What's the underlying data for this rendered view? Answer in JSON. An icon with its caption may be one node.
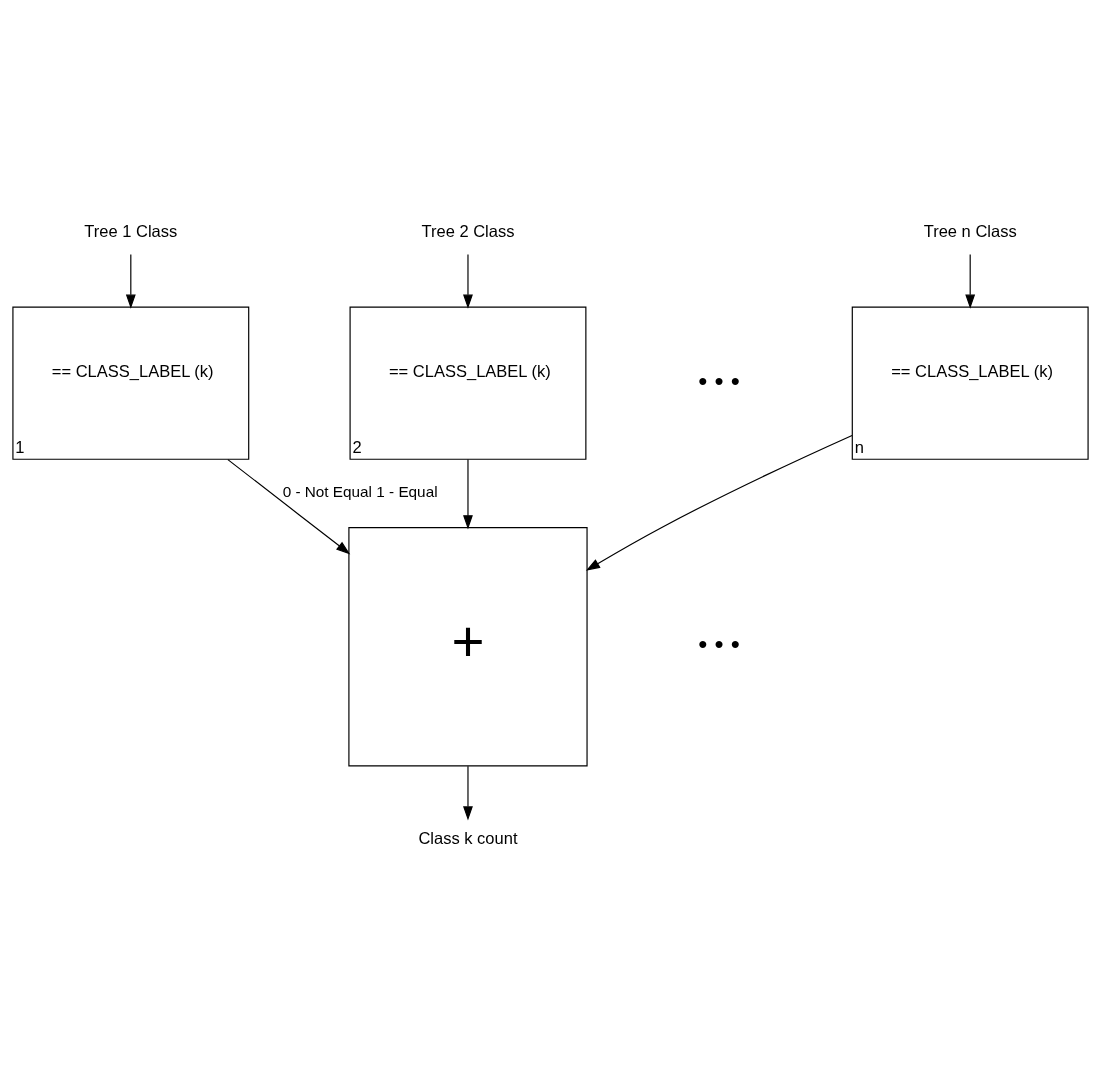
{
  "diagram": {
    "nodes": [
      {
        "text": [
          "Tree 1 Class"
        ]
      },
      {
        "text": [
          "Tree 2 Class"
        ]
      },
      {
        "text": [
          "Tree n Class"
        ]
      },
      {
        "text": [
          "== CLASS_LABEL (k)",
          "1"
        ]
      },
      {
        "text": [
          "== CLASS_LABEL (k)",
          "2"
        ]
      },
      {
        "text": [
          "== CLASS_LABEL (k)",
          "n"
        ]
      },
      {
        "text": [
          "+"
        ]
      },
      {
        "text": [
          "Class k count"
        ]
      }
    ],
    "edges": [
      {
        "from": 0,
        "to": 3,
        "arrow": "to"
      },
      {
        "from": 1,
        "to": 4,
        "arrow": "to"
      },
      {
        "from": 2,
        "to": 5,
        "arrow": "to"
      },
      {
        "from": 3,
        "to": 6,
        "arrow": "to",
        "label": "0 - Not Equal 1 - Equal"
      },
      {
        "from": 4,
        "to": 6,
        "arrow": "to"
      },
      {
        "from": 5,
        "to": 6,
        "arrow": "to"
      },
      {
        "from": 6,
        "to": 7,
        "arrow": "to"
      }
    ],
    "labels": [
      "• • •",
      "• • •"
    ]
  }
}
